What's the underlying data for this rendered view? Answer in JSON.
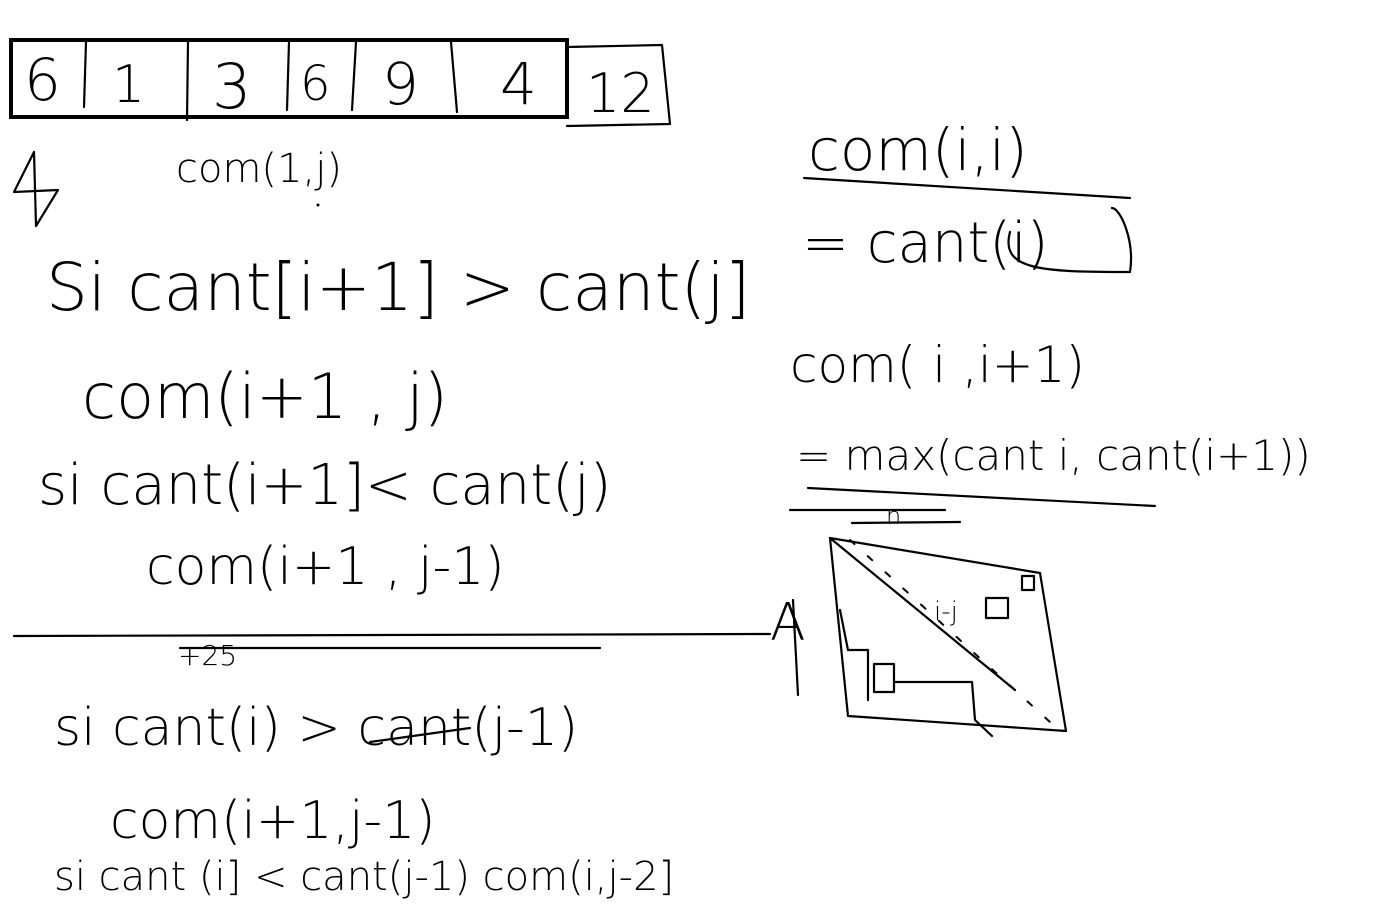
{
  "array": {
    "cells": [
      "6",
      "1",
      "3",
      "6",
      "9",
      "4"
    ],
    "extra_cell": "12"
  },
  "notes": {
    "pointer_label": "com(1,j)",
    "line1": "Si  cant[i+1] > cant(j]",
    "line2": "com(i+1 , j)",
    "line3": "si  cant(i+1]< cant(j)",
    "line4": "com(i+1 , j-1)",
    "line5_strike": "+25",
    "line6": "si  cant(i) > cant(j-1)",
    "line7": "com(i+1,j-1)",
    "line8": "si  cant (i] < cant(j-1)   com(i,j-2]"
  },
  "side": {
    "base_case": "com(i,i)",
    "base_value": "= cant(i)",
    "pair_case": "com( i ,i+1)",
    "pair_value": "= max(cant i, cant(i+1))",
    "diagram_label_a": "A",
    "diagram_label_n": "n",
    "diagram_cell_label": "i-j"
  },
  "colors": {
    "ink": "#000000",
    "paper": "#ffffff"
  }
}
